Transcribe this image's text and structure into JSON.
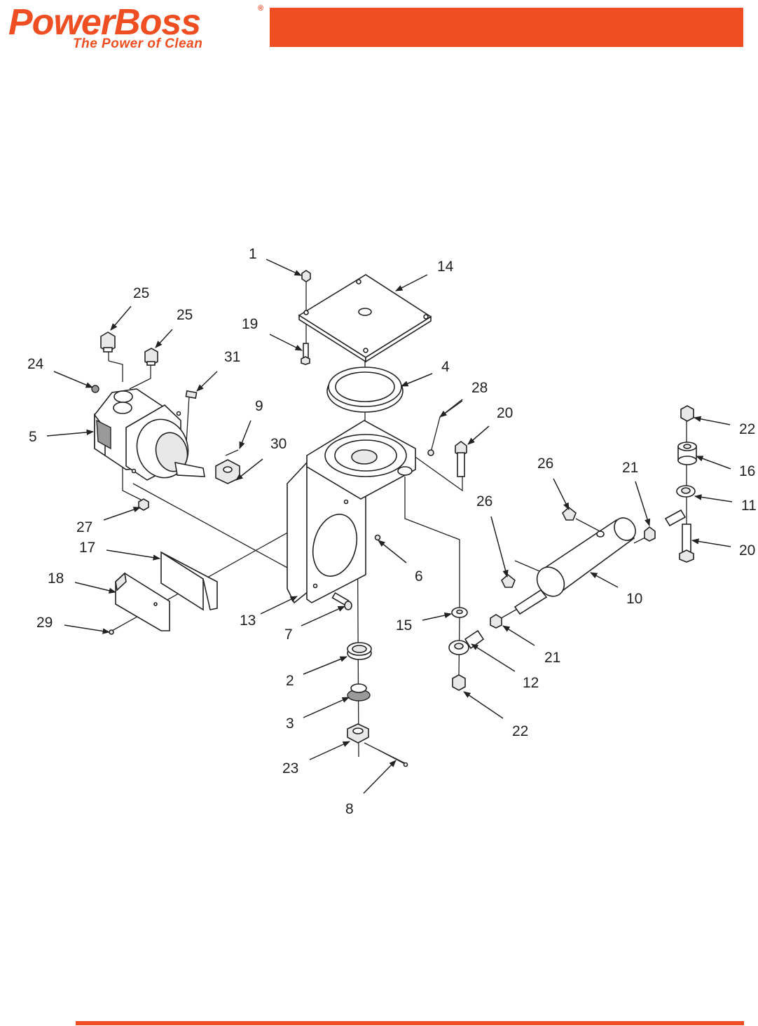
{
  "brand": {
    "name": "PowerBoss",
    "registered_mark": "®",
    "tagline": "The Power of Clean",
    "accent_color": "#ee4e22"
  },
  "diagram": {
    "callouts": {
      "c1": "1",
      "c2": "2",
      "c3": "3",
      "c4": "4",
      "c5": "5",
      "c6": "6",
      "c7": "7",
      "c8": "8",
      "c9": "9",
      "c10": "10",
      "c11": "11",
      "c12": "12",
      "c13": "13",
      "c14": "14",
      "c15": "15",
      "c16": "16",
      "c17": "17",
      "c18": "18",
      "c19": "19",
      "c20a": "20",
      "c20b": "20",
      "c21a": "21",
      "c21b": "21",
      "c22a": "22",
      "c22b": "22",
      "c23": "23",
      "c24": "24",
      "c25a": "25",
      "c25b": "25",
      "c26a": "26",
      "c26b": "26",
      "c27": "27",
      "c28": "28",
      "c29": "29",
      "c30": "30",
      "c31": "31"
    }
  }
}
